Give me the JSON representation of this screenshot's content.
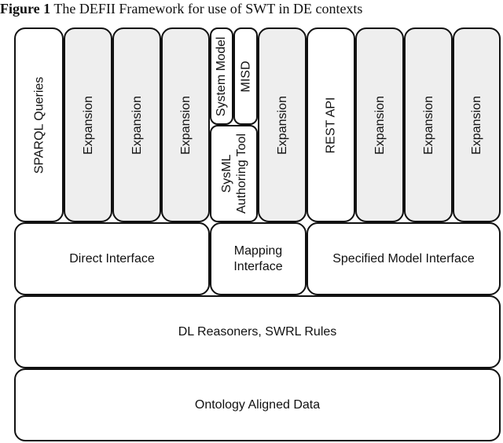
{
  "caption": {
    "label": "Figure 1",
    "text": "The DEFII Framework for use of SWT in DE contexts"
  },
  "top_row": {
    "sparql": "SPARQL Queries",
    "expansion": "Expansion",
    "system_model": "System Model",
    "misd": "MISD",
    "sysml_line1": "SysML",
    "sysml_line2": "Authoring Tool",
    "rest_api": "REST API"
  },
  "interface_row": {
    "direct": "Direct Interface",
    "mapping_line1": "Mapping",
    "mapping_line2": "Interface",
    "specified": "Specified Model Interface"
  },
  "reasoners": "DL Reasoners, SWRL Rules",
  "ontology": "Ontology Aligned Data",
  "colors": {
    "expansion_fill": "#eeeeee",
    "outline": "#111111"
  }
}
